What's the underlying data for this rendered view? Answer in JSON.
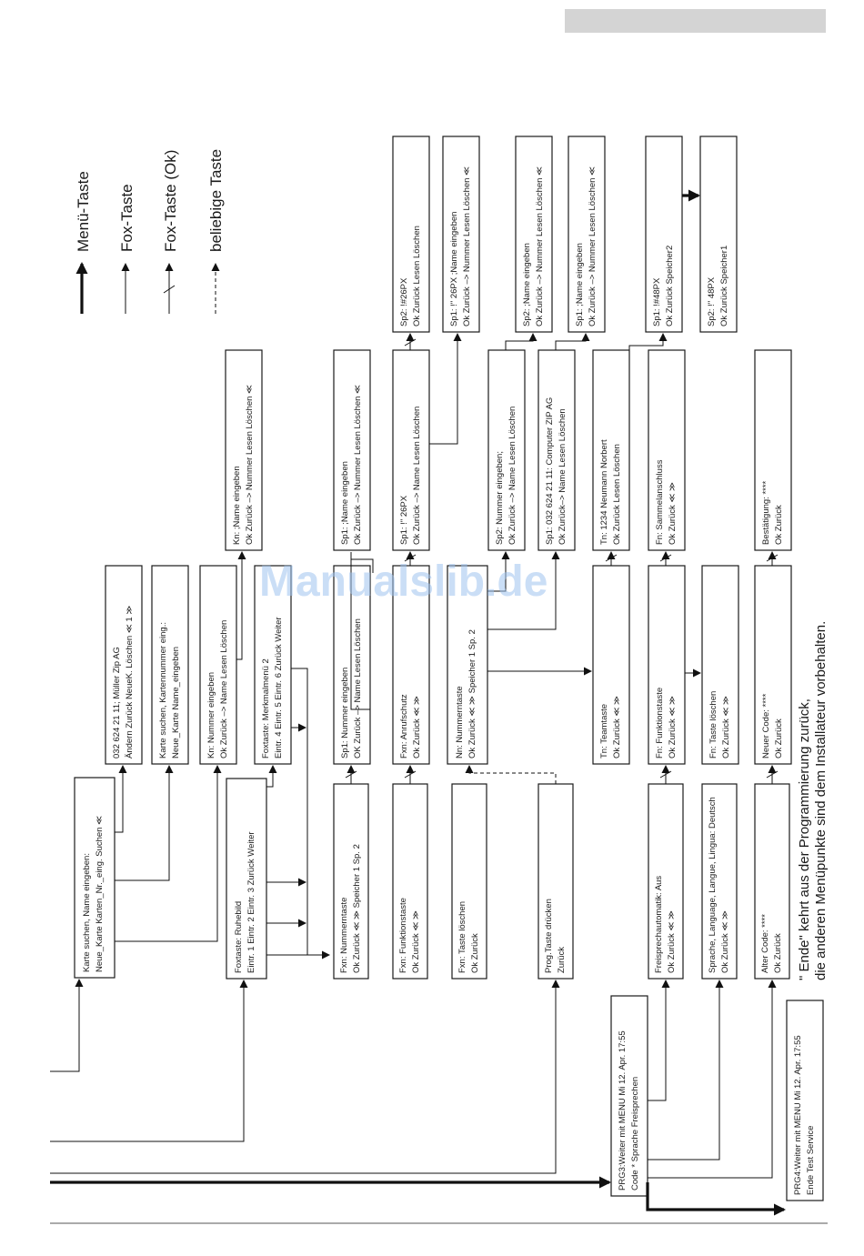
{
  "watermark": "Manualslib.de",
  "legend": [
    {
      "label": "Menü-Taste",
      "style": "heavy"
    },
    {
      "label": "Fox-Taste",
      "style": "thin"
    },
    {
      "label": "Fox-Taste (Ok)",
      "style": "slash"
    },
    {
      "label": "beliebige Taste",
      "style": "dashed"
    }
  ],
  "footer": {
    "line1": "\" Ende\" kehrt aus der Programmierung zurück,",
    "line2": "die anderen Menüpunkte sind dem Installateur vorbehalten."
  },
  "boxes": [
    {
      "id": "karte-suchen",
      "lines": [
        "Karte suchen, Name eingeben:",
        "Neue_Karte  Karten_Nr._eing.  Suchen ≪"
      ]
    },
    {
      "id": "foxtaste-ruhebild",
      "lines": [
        "Foxtaste:      Ruhebild",
        "Eintr. 1  Eintr. 2  Eintr. 3  Zurück Weiter"
      ]
    },
    {
      "id": "fxn-nummerntaste",
      "lines": [
        "Fxn:          Nummerntaste",
        "Ok   Zurück  ≪ ≫   Speicher 1    Sp. 2"
      ]
    },
    {
      "id": "fxn-funktionstaste",
      "lines": [
        "Fxn:       Funktionstaste",
        "Ok Zurück        ≪ ≫"
      ]
    },
    {
      "id": "fxn-taste-loeschen",
      "lines": [
        "Fxn:        Taste löschen",
        "Ok Zurück"
      ]
    },
    {
      "id": "prog-taste",
      "lines": [
        "Prog.Taste drücken",
        "Zurück"
      ]
    },
    {
      "id": "freisprechautomatik",
      "lines": [
        "Freisprechautomatik:          Aus",
        "Ok Zurück                       ≪ ≫"
      ]
    },
    {
      "id": "sprache",
      "lines": [
        "Sprache, Language, Langue, Lingua: Deutsch",
        "Ok Zurück                                ≪ ≫"
      ]
    },
    {
      "id": "alter-code",
      "lines": [
        "Alter Code: ****",
        "Ok Zurück"
      ]
    },
    {
      "id": "prg3",
      "lines": [
        "PRG3:Weiter mit MENU   Mi 12. Apr. 17:55",
        "Code * Sprache     Freisprechen"
      ]
    },
    {
      "id": "prg4",
      "lines": [
        "PRG4:Weiter mit MENU   Mi 12. Apr. 17:55",
        "Ende          Test             Service"
      ]
    },
    {
      "id": "mueller",
      "lines": [
        "032 624 21 11; Müller Zip AG",
        "Ändern  Zurück  NeueK. Löschen  ≪ 1 ≫"
      ]
    },
    {
      "id": "kartennummer",
      "lines": [
        "Karte suchen, Kartennummer eing.:",
        "Neue_Karte   Name_eingeben"
      ]
    },
    {
      "id": "kn-nummer",
      "lines": [
        "Kn: Nummer eingeben",
        "Ok   Zurück   –>  Name   Lesen  Löschen"
      ]
    },
    {
      "id": "foxtaste-merkmal",
      "lines": [
        "Foxtaste:   Merkmalmenü 2",
        "Eintr. 4  Eintr. 5  Eintr. 6  Zurück Weiter"
      ]
    },
    {
      "id": "sp1-nummer",
      "lines": [
        "Sp1: Nummer eingeben",
        "OK   Zurück   –>  Name   Lesen  Löschen"
      ]
    },
    {
      "id": "fxn-anrufschutz",
      "lines": [
        "Fxn:           Anrufschutz",
        "Ok Zurück              ≪ ≫"
      ]
    },
    {
      "id": "nn-nummerntaste",
      "lines": [
        "Nn: Nummerntaste",
        "Ok  Zurück  ≪ ≫    Speicher 1    Sp. 2"
      ]
    },
    {
      "id": "tn-teamtaste",
      "lines": [
        "Tn: Teamtaste",
        "Ok Zurück              ≪ ≫"
      ]
    },
    {
      "id": "fn-funktionstaste",
      "lines": [
        "Fn: Funktionstaste",
        "Ok Zurück              ≪ ≫"
      ]
    },
    {
      "id": "fn-taste-loeschen",
      "lines": [
        "Fn: Taste löschen",
        "Ok Zurück              ≪ ≫"
      ]
    },
    {
      "id": "neuer-code",
      "lines": [
        "Neuer Code: ****",
        "Ok Zurück"
      ]
    },
    {
      "id": "kn-name",
      "lines": [
        "Kn:                           ;Name eingeben",
        "Ok Zurück –> Nummer Lesen Löschen ≪"
      ]
    },
    {
      "id": "sp1-name",
      "lines": [
        "Sp1:                          ;Name eingeben",
        "Ok Zurück –> Nummer Lesen Löschen ≪"
      ]
    },
    {
      "id": "sp1-26px",
      "lines": [
        "Sp1: !\" 26PX",
        "Ok   Zurück   –>  Name   Lesen  Löschen"
      ]
    },
    {
      "id": "sp2-nummer",
      "lines": [
        "Sp2: Nummer eingeben;",
        "Ok   Zurück   –>  Name   Lesen  Löschen"
      ]
    },
    {
      "id": "sp1-computer",
      "lines": [
        "Sp1: 032 624 21 11: Computer ZIP AG",
        "Ok   Zurück–>  Name    Lesen   Löschen"
      ]
    },
    {
      "id": "tn-neumann",
      "lines": [
        "Tn: 1234 Neumann Norbert",
        "Ok          Zurück        Lesen          Löschen"
      ]
    },
    {
      "id": "fn-sammel",
      "lines": [
        "Fn:                   Sammelanschluss",
        "Ok          Zurück          ≪ ≫"
      ]
    },
    {
      "id": "bestaetigung",
      "lines": [
        "Bestätigung: ****",
        "Ok Zurück"
      ]
    },
    {
      "id": "sp2-hash26",
      "lines": [
        "Sp2: !#26PX",
        "Ok     Zurück        Lesen         Löschen"
      ]
    },
    {
      "id": "sp1-26-name",
      "lines": [
        "Sp1: !\" 26PX                 ;Name eingeben",
        "Ok Zurück –> Nummer Lesen Löschen ≪"
      ]
    },
    {
      "id": "sp2-name",
      "lines": [
        "Sp2:                          ;Name eingeben",
        "Ok Zurück –> Nummer Lesen Löschen ≪"
      ]
    },
    {
      "id": "sp1-name-b",
      "lines": [
        "Sp1:                          ;Name eingeben",
        "Ok Zurück –> Nummer Lesen Löschen ≪"
      ]
    },
    {
      "id": "sp1-hash48",
      "lines": [
        "Sp1: !#48PX",
        "Ok       Zurück          Speicher2"
      ]
    },
    {
      "id": "sp2-48",
      "lines": [
        "Sp2: !\" 48PX",
        "Ok       Zurück          Speicher1"
      ]
    }
  ]
}
